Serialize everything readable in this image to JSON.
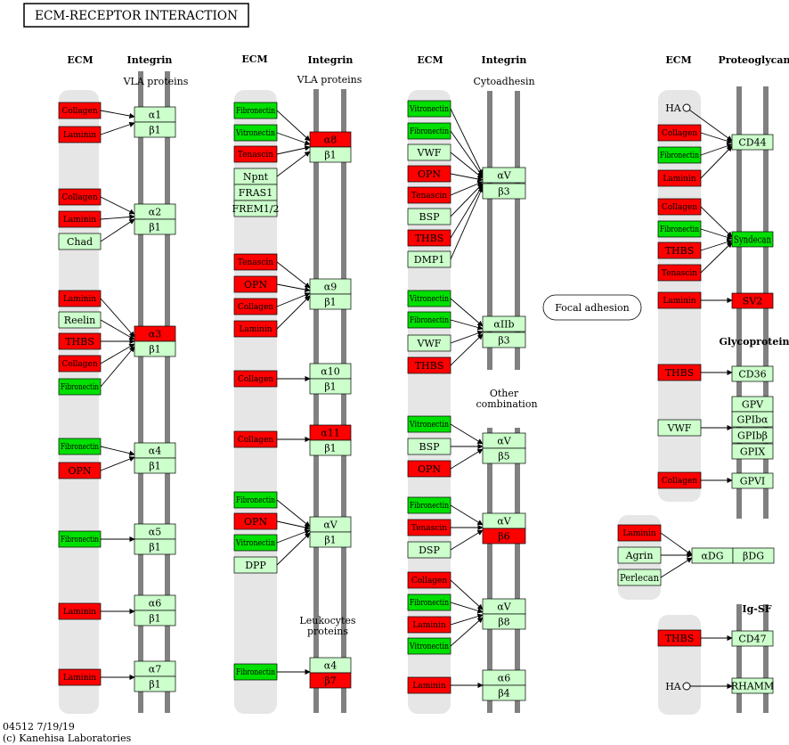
{
  "title": "ECM-RECEPTOR INTERACTION",
  "footer": {
    "code": "04512 7/19/19",
    "copyright": "(c) Kanehisa Laboratories"
  },
  "colors": {
    "red": "#ff0000",
    "green": "#00e000",
    "light": "#ccffcc",
    "band": "#e6e6e6",
    "bar": "#808080"
  },
  "headers": [
    {
      "id": "h-ecm-1",
      "text": "ECM"
    },
    {
      "id": "h-integrin-1",
      "text": "Integrin"
    },
    {
      "id": "h-vla-1",
      "text": "VLA proteins"
    },
    {
      "id": "h-ecm-2",
      "text": "ECM"
    },
    {
      "id": "h-integrin-2",
      "text": "Integrin"
    },
    {
      "id": "h-vla-2",
      "text": "VLA proteins"
    },
    {
      "id": "h-ecm-3",
      "text": "ECM"
    },
    {
      "id": "h-integrin-3",
      "text": "Integrin"
    },
    {
      "id": "h-cytoadhesin",
      "text": "Cytoadhesin"
    },
    {
      "id": "h-other-1",
      "text": "Other"
    },
    {
      "id": "h-other-2",
      "text": "combination"
    },
    {
      "id": "h-leuko-1",
      "text": "Leukocytes"
    },
    {
      "id": "h-leuko-2",
      "text": "proteins"
    },
    {
      "id": "h-ecm-4",
      "text": "ECM"
    },
    {
      "id": "h-proteoglycan",
      "text": "Proteoglycan"
    },
    {
      "id": "h-glycoprotein",
      "text": "Glycoprotein"
    },
    {
      "id": "h-igsf",
      "text": "Ig-SF"
    }
  ],
  "ligands": [
    {
      "text": "Collagen",
      "state": "red"
    },
    {
      "text": "Laminin",
      "state": "red"
    },
    {
      "text": "Collagen",
      "state": "red"
    },
    {
      "text": "Laminin",
      "state": "red"
    },
    {
      "text": "Chad",
      "state": "light"
    },
    {
      "text": "Laminin",
      "state": "red"
    },
    {
      "text": "Reelin",
      "state": "light"
    },
    {
      "text": "THBS",
      "state": "red"
    },
    {
      "text": "Collagen",
      "state": "red"
    },
    {
      "text": "Fibronectin",
      "state": "green"
    },
    {
      "text": "Fibronectin",
      "state": "green"
    },
    {
      "text": "OPN",
      "state": "red"
    },
    {
      "text": "Fibronectin",
      "state": "green"
    },
    {
      "text": "Laminin",
      "state": "red"
    },
    {
      "text": "Laminin",
      "state": "red"
    },
    {
      "text": "Fibronectin",
      "state": "green"
    },
    {
      "text": "Vitronectin",
      "state": "green"
    },
    {
      "text": "Tenascin",
      "state": "red"
    },
    {
      "text": "Npnt",
      "state": "light"
    },
    {
      "text": "FRAS1",
      "state": "light"
    },
    {
      "text": "FREM1/2",
      "state": "light"
    },
    {
      "text": "Tenascin",
      "state": "red"
    },
    {
      "text": "OPN",
      "state": "red"
    },
    {
      "text": "Collagen",
      "state": "red"
    },
    {
      "text": "Laminin",
      "state": "red"
    },
    {
      "text": "Collagen",
      "state": "red"
    },
    {
      "text": "Collagen",
      "state": "red"
    },
    {
      "text": "Fibronectin",
      "state": "green"
    },
    {
      "text": "OPN",
      "state": "red"
    },
    {
      "text": "Vitronectin",
      "state": "green"
    },
    {
      "text": "DPP",
      "state": "light"
    },
    {
      "text": "Fibronectin",
      "state": "green"
    },
    {
      "text": "Vitronectin",
      "state": "green"
    },
    {
      "text": "Fibronectin",
      "state": "green"
    },
    {
      "text": "VWF",
      "state": "light"
    },
    {
      "text": "OPN",
      "state": "red"
    },
    {
      "text": "Tenascin",
      "state": "red"
    },
    {
      "text": "BSP",
      "state": "light"
    },
    {
      "text": "THBS",
      "state": "red"
    },
    {
      "text": "DMP1",
      "state": "light"
    },
    {
      "text": "Vitronectin",
      "state": "green"
    },
    {
      "text": "Fibronectin",
      "state": "green"
    },
    {
      "text": "VWF",
      "state": "light"
    },
    {
      "text": "THBS",
      "state": "red"
    },
    {
      "text": "Vitronectin",
      "state": "green"
    },
    {
      "text": "BSP",
      "state": "light"
    },
    {
      "text": "OPN",
      "state": "red"
    },
    {
      "text": "Fibronectin",
      "state": "green"
    },
    {
      "text": "Tenascin",
      "state": "red"
    },
    {
      "text": "DSP",
      "state": "light"
    },
    {
      "text": "Collagen",
      "state": "red"
    },
    {
      "text": "Fibronectin",
      "state": "green"
    },
    {
      "text": "Laminin",
      "state": "red"
    },
    {
      "text": "Vitronectin",
      "state": "green"
    },
    {
      "text": "Laminin",
      "state": "red"
    },
    {
      "text": "Collagen",
      "state": "red"
    },
    {
      "text": "Fibronectin",
      "state": "green"
    },
    {
      "text": "Laminin",
      "state": "red"
    },
    {
      "text": "Collagen",
      "state": "red"
    },
    {
      "text": "Fibronectin",
      "state": "green"
    },
    {
      "text": "THBS",
      "state": "red"
    },
    {
      "text": "Tenascin",
      "state": "red"
    },
    {
      "text": "Laminin",
      "state": "red"
    },
    {
      "text": "THBS",
      "state": "red"
    },
    {
      "text": "VWF",
      "state": "light"
    },
    {
      "text": "Collagen",
      "state": "red"
    },
    {
      "text": "Laminin",
      "state": "red"
    },
    {
      "text": "Agrin",
      "state": "light"
    },
    {
      "text": "Perlecan",
      "state": "light"
    },
    {
      "text": "THBS",
      "state": "red"
    }
  ],
  "receptors": [
    {
      "text": "α1",
      "state": "light"
    },
    {
      "text": "β1",
      "state": "light"
    },
    {
      "text": "α2",
      "state": "light"
    },
    {
      "text": "β1",
      "state": "light"
    },
    {
      "text": "α3",
      "state": "red"
    },
    {
      "text": "β1",
      "state": "light"
    },
    {
      "text": "α4",
      "state": "light"
    },
    {
      "text": "β1",
      "state": "light"
    },
    {
      "text": "α5",
      "state": "light"
    },
    {
      "text": "β1",
      "state": "light"
    },
    {
      "text": "α6",
      "state": "light"
    },
    {
      "text": "β1",
      "state": "light"
    },
    {
      "text": "α7",
      "state": "light"
    },
    {
      "text": "β1",
      "state": "light"
    },
    {
      "text": "α8",
      "state": "red"
    },
    {
      "text": "β1",
      "state": "light"
    },
    {
      "text": "α9",
      "state": "light"
    },
    {
      "text": "β1",
      "state": "light"
    },
    {
      "text": "α10",
      "state": "light"
    },
    {
      "text": "β1",
      "state": "light"
    },
    {
      "text": "α11",
      "state": "red"
    },
    {
      "text": "β1",
      "state": "light"
    },
    {
      "text": "αV",
      "state": "light"
    },
    {
      "text": "β1",
      "state": "light"
    },
    {
      "text": "α4",
      "state": "light"
    },
    {
      "text": "β7",
      "state": "red"
    },
    {
      "text": "αV",
      "state": "light"
    },
    {
      "text": "β3",
      "state": "light"
    },
    {
      "text": "αIIb",
      "state": "light"
    },
    {
      "text": "β3",
      "state": "light"
    },
    {
      "text": "αV",
      "state": "light"
    },
    {
      "text": "β5",
      "state": "light"
    },
    {
      "text": "αV",
      "state": "light"
    },
    {
      "text": "β6",
      "state": "red"
    },
    {
      "text": "αV",
      "state": "light"
    },
    {
      "text": "β8",
      "state": "light"
    },
    {
      "text": "α6",
      "state": "light"
    },
    {
      "text": "β4",
      "state": "light"
    },
    {
      "text": "CD44",
      "state": "light"
    },
    {
      "text": "Syndecan",
      "state": "green"
    },
    {
      "text": "SV2",
      "state": "red"
    },
    {
      "text": "CD36",
      "state": "light"
    },
    {
      "text": "GPV",
      "state": "light"
    },
    {
      "text": "GPIbα",
      "state": "light"
    },
    {
      "text": "GPIbβ",
      "state": "light"
    },
    {
      "text": "GPIX",
      "state": "light"
    },
    {
      "text": "GPVI",
      "state": "light"
    },
    {
      "text": "αDG",
      "state": "light"
    },
    {
      "text": "βDG",
      "state": "light"
    },
    {
      "text": "CD47",
      "state": "light"
    },
    {
      "text": "RHAMM",
      "state": "light"
    }
  ],
  "compounds": [
    {
      "text": "HA"
    },
    {
      "text": "HA"
    }
  ],
  "map_link": {
    "text": "Focal adhesion"
  }
}
